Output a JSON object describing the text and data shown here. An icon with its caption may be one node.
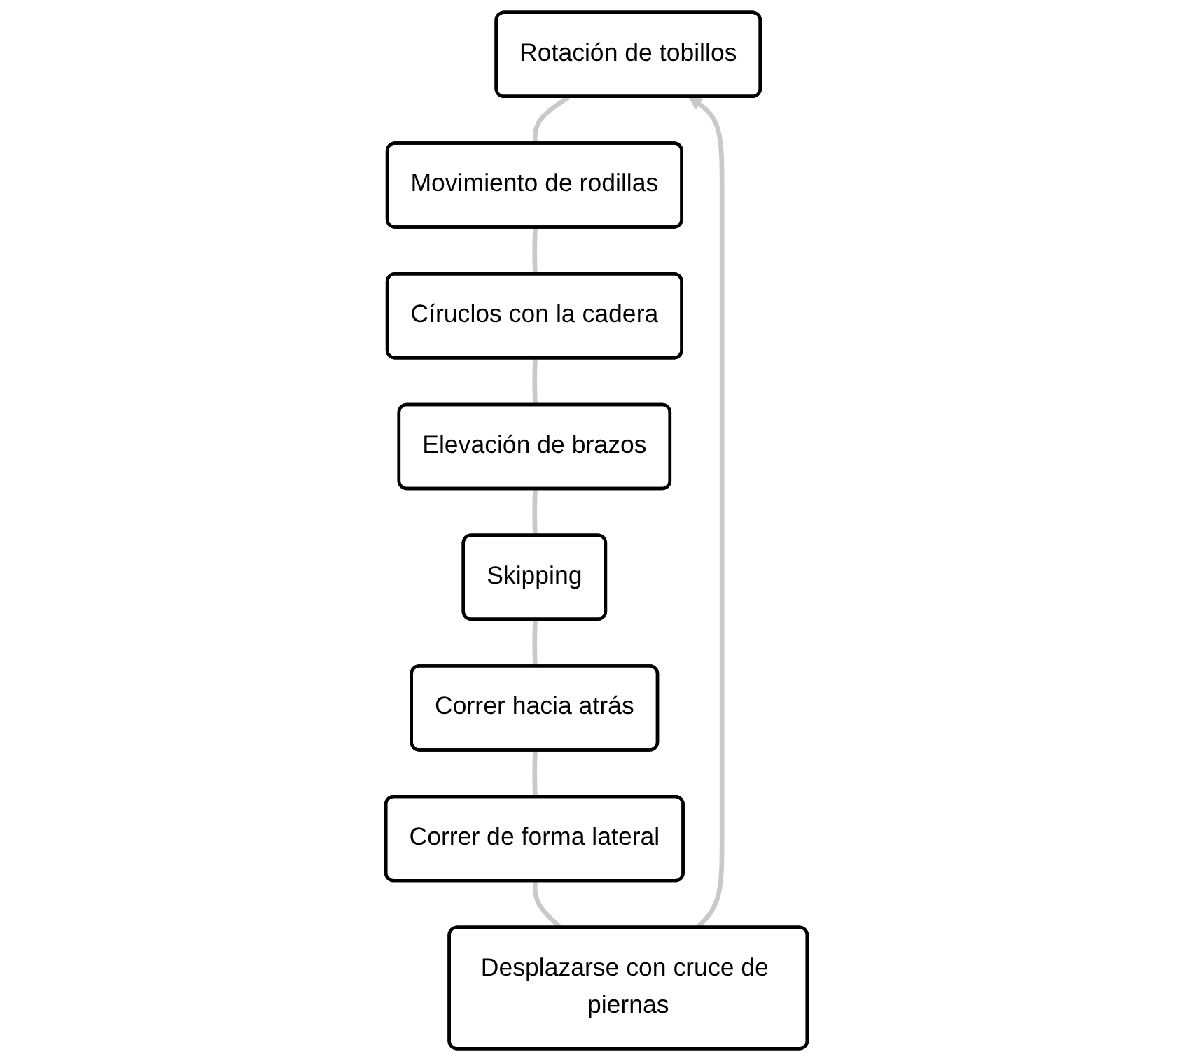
{
  "diagram": {
    "nodes": [
      {
        "text": [
          "Rotación de tobillos"
        ]
      },
      {
        "text": [
          "Movimiento de rodillas"
        ]
      },
      {
        "text": [
          "Círuclos con la cadera"
        ]
      },
      {
        "text": [
          "Elevación de brazos"
        ]
      },
      {
        "text": [
          "Skipping"
        ]
      },
      {
        "text": [
          "Correr hacia atrás"
        ]
      },
      {
        "text": [
          "Correr de forma lateral"
        ]
      },
      {
        "text": [
          "Desplazarse con cruce de piernas"
        ]
      }
    ],
    "edges": [
      {
        "from": 0,
        "to": 1,
        "arrow": "none",
        "color": "#c9c9c9"
      },
      {
        "from": 1,
        "to": 2,
        "arrow": "none",
        "color": "#c9c9c9"
      },
      {
        "from": 2,
        "to": 3,
        "arrow": "none",
        "color": "#c9c9c9"
      },
      {
        "from": 3,
        "to": 4,
        "arrow": "none",
        "color": "#c9c9c9"
      },
      {
        "from": 4,
        "to": 5,
        "arrow": "none",
        "color": "#c9c9c9"
      },
      {
        "from": 5,
        "to": 6,
        "arrow": "none",
        "color": "#c9c9c9"
      },
      {
        "from": 6,
        "to": 7,
        "arrow": "none",
        "color": "#c9c9c9"
      },
      {
        "from": 7,
        "to": 0,
        "arrow": "to",
        "color": "#c9c9c9"
      }
    ]
  }
}
